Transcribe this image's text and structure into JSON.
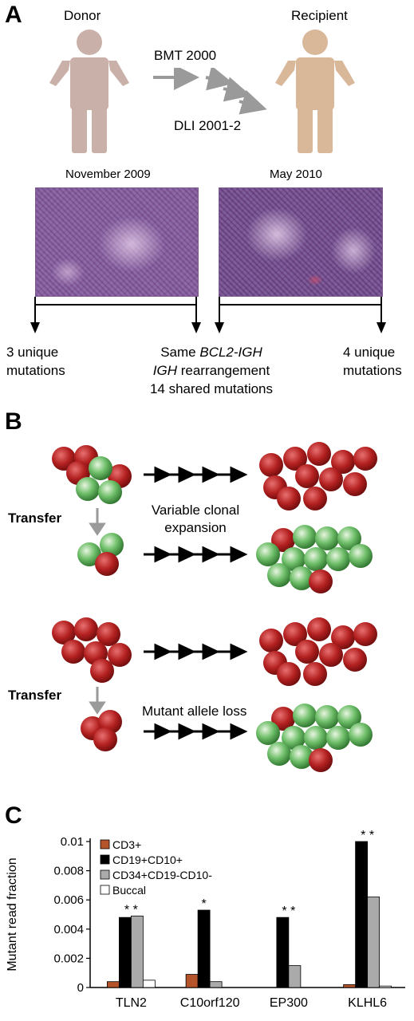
{
  "panelA": {
    "letter": "A",
    "donor": "Donor",
    "recipient": "Recipient",
    "bmt": "BMT 2000",
    "dli": "DLI 2001-2",
    "date1": "November 2009",
    "date2": "May 2010",
    "left_mut_1": "3 unique",
    "left_mut_2": "mutations",
    "shared_1_pre": "Same ",
    "shared_1_italic": "BCL2-IGH",
    "shared_2_italic": "IGH",
    "shared_2_post": " rearrangement",
    "shared_3": "14 shared mutations",
    "right_mut_1": "4 unique",
    "right_mut_2": "mutations",
    "colors": {
      "donor": "#c9b1aa",
      "recipient": "#d9b89a",
      "arrow": "#9a9a9a"
    }
  },
  "panelB": {
    "letter": "B",
    "transfer1": "Transfer",
    "variable_1": "Variable clonal",
    "variable_2": "expansion",
    "transfer2": "Transfer",
    "allele_loss": "Mutant allele loss",
    "colors": {
      "red_cell": "#b32020",
      "green_cell": "#3d9a3d"
    }
  },
  "panelC": {
    "letter": "C"
  },
  "chart_data": {
    "type": "bar",
    "ylabel": "Mutant read fraction",
    "ylim": [
      0,
      0.01
    ],
    "yticks": [
      "0",
      "0.002",
      "0.004",
      "0.006",
      "0.008",
      "0.01"
    ],
    "categories": [
      "TLN2",
      "C10orf120",
      "EP300",
      "KLHL6"
    ],
    "series": [
      {
        "name": "CD3+",
        "color": "#b5532b",
        "values": [
          0.0004,
          0.0009,
          0.0,
          0.0002
        ]
      },
      {
        "name": "CD19+CD10+",
        "color": "#000000",
        "values": [
          0.0048,
          0.0053,
          0.0048,
          0.01
        ]
      },
      {
        "name": "CD34+CD19-CD10-",
        "color": "#aaaaaa",
        "values": [
          0.0049,
          0.0004,
          0.0015,
          0.0062
        ]
      },
      {
        "name": "Buccal",
        "color": "#ffffff",
        "values": [
          0.0005,
          0.0,
          0.0,
          0.0001
        ]
      }
    ],
    "significance": [
      {
        "category": "TLN2",
        "marks": "* *"
      },
      {
        "category": "C10orf120",
        "marks": "*"
      },
      {
        "category": "EP300",
        "marks": "* *"
      },
      {
        "category": "KLHL6",
        "marks": "* *"
      }
    ],
    "legend_position": "top-left"
  }
}
